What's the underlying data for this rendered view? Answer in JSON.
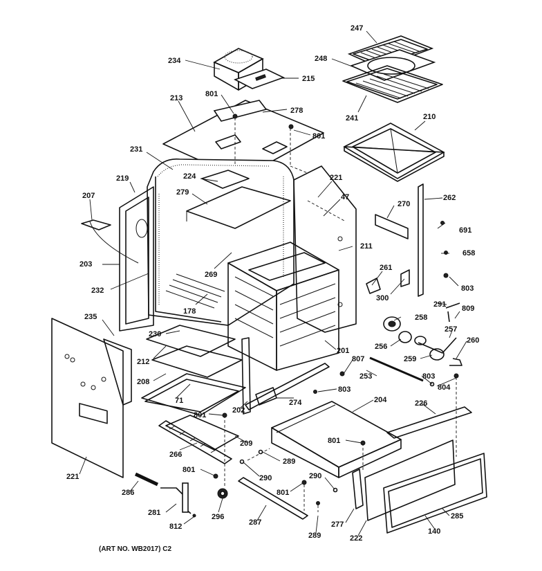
{
  "labels": {
    "p247": "247",
    "p248": "248",
    "p241": "241",
    "p210": "210",
    "p234": "234",
    "p215": "215",
    "p801a": "801",
    "p213": "213",
    "p278": "278",
    "p801b": "801",
    "p231": "231",
    "p224": "224",
    "p219": "219",
    "p279": "279",
    "p221a": "221",
    "p47": "47",
    "p207": "207",
    "p270": "270",
    "p262": "262",
    "p691": "691",
    "p658": "658",
    "p203": "203",
    "p211": "211",
    "p269": "269",
    "p261": "261",
    "p232": "232",
    "p300": "300",
    "p803a": "803",
    "p178": "178",
    "p291": "291",
    "p809": "809",
    "p235": "235",
    "p258": "258",
    "p257": "257",
    "p230": "230",
    "p256": "256",
    "p260": "260",
    "p212": "212",
    "p201": "201",
    "p807": "807",
    "p259": "259",
    "p208": "208",
    "p253": "253",
    "p803b": "803",
    "p71": "71",
    "p803c": "803",
    "p804": "804",
    "p801c": "801",
    "p202": "202",
    "p274": "274",
    "p204": "204",
    "p226": "226",
    "p209": "209",
    "p801d": "801",
    "p266": "266",
    "p289a": "289",
    "p221b": "221",
    "p801e": "801",
    "p290a": "290",
    "p290b": "290",
    "p286": "286",
    "p801f": "801",
    "p281": "281",
    "p296": "296",
    "p287": "287",
    "p277": "277",
    "p285": "285",
    "p812": "812",
    "p289b": "289",
    "p222": "222",
    "p140": "140"
  },
  "footer": {
    "art_no": "(ART NO. WB2017) C2"
  }
}
